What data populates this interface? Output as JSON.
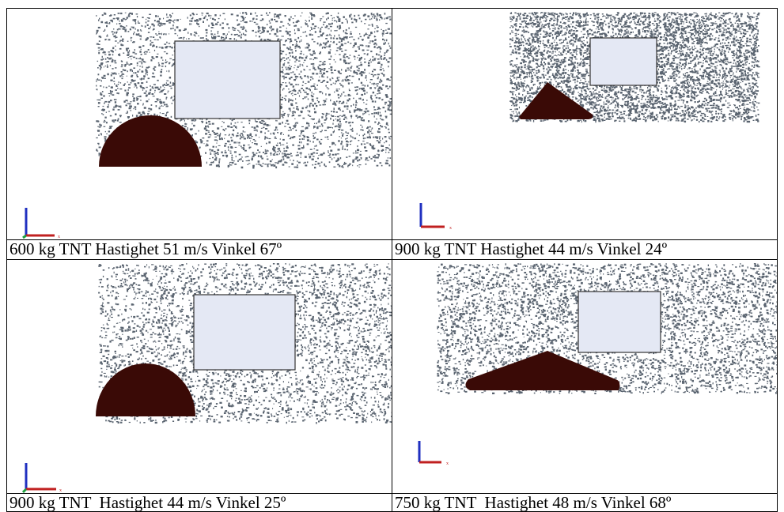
{
  "panels": [
    {
      "id": "p1",
      "caption": "600 kg TNT Hastighet 51 m/s Vinkel 67º"
    },
    {
      "id": "p2",
      "caption": "900 kg TNT Hastighet 44 m/s Vinkel 24º"
    },
    {
      "id": "p3",
      "caption": "900 kg TNT  Hastighet 44 m/s Vinkel 25º"
    },
    {
      "id": "p4",
      "caption": "750 kg TNT  Hastighet 48 m/s Vinkel 68º"
    }
  ],
  "colors": {
    "particles": "#5a6470",
    "box_fill": "#e4e8f4",
    "charge": "#3a0a06",
    "axis_z": "#2030c0",
    "axis_x": "#c02020",
    "axis_y": "#20a040"
  }
}
